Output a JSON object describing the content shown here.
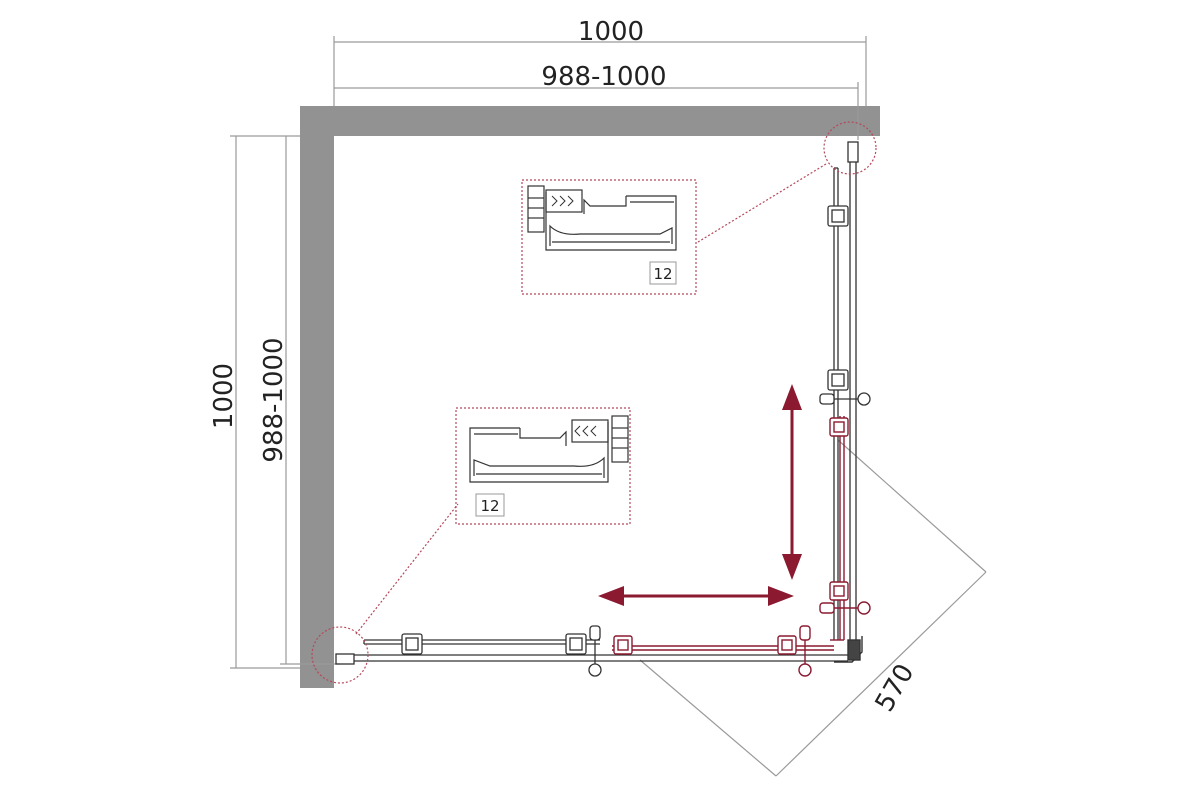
{
  "dimensions": {
    "top_outer": "1000",
    "top_inner": "988-1000",
    "left_outer": "1000",
    "left_inner": "988-1000",
    "door_opening": "570"
  },
  "details": {
    "upper_gap_label": "12",
    "lower_gap_label": "12"
  },
  "colors": {
    "wall": "#929292",
    "line": "#333333",
    "dim_line": "#9a9a9a",
    "accent": "#8b1a30",
    "leader": "#b4485a"
  },
  "icons": {
    "horizontal_arrow": "double-arrow-horizontal-icon",
    "vertical_arrow": "double-arrow-vertical-icon"
  }
}
